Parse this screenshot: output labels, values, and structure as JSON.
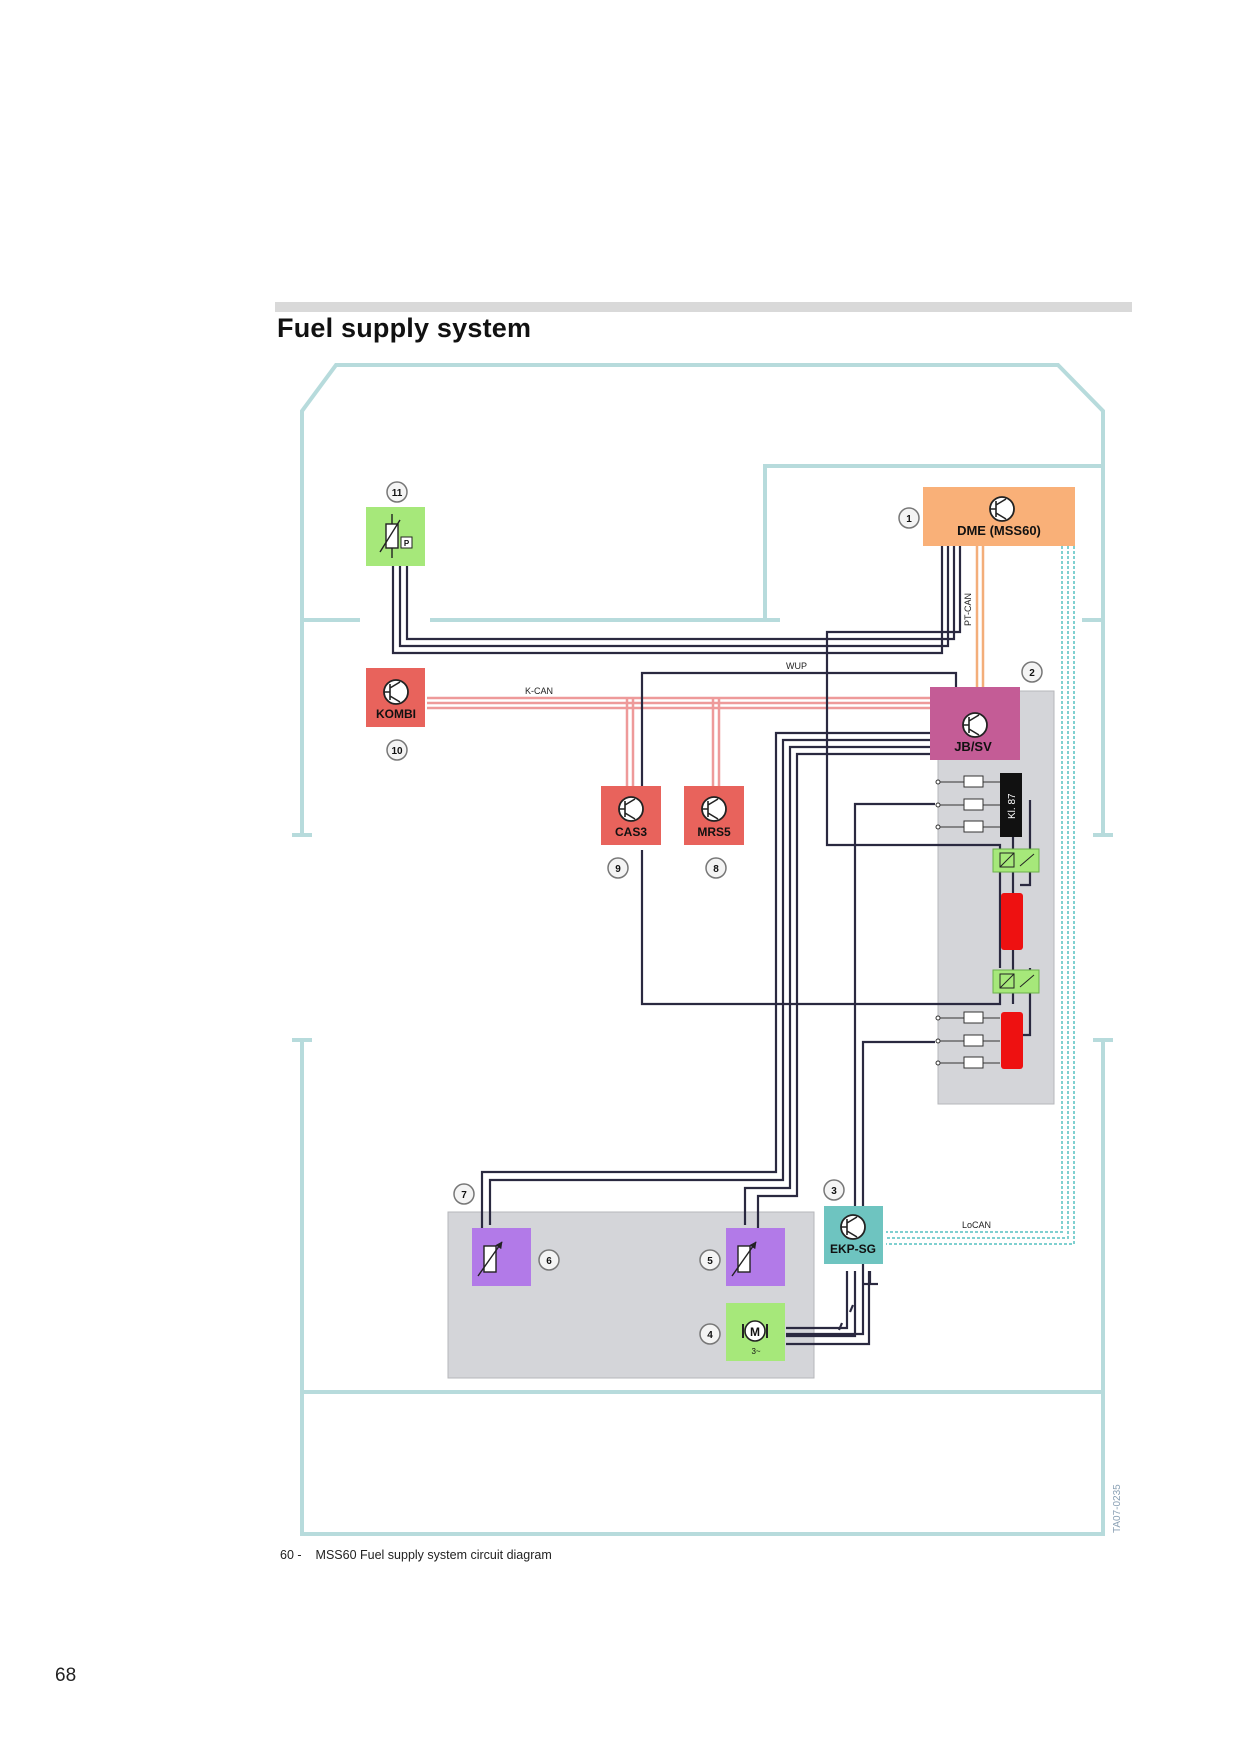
{
  "page": {
    "title": "Fuel supply system",
    "caption_number": "60 -",
    "caption_text": "MSS60 Fuel supply system circuit diagram",
    "page_number": "68",
    "figure_code": "TA07-0235"
  },
  "components": {
    "dme": {
      "label": "DME (MSS60)",
      "callout": "1"
    },
    "jbsv": {
      "label": "JB/SV",
      "callout": "2"
    },
    "ekpsg": {
      "label": "EKP-SG",
      "callout": "3"
    },
    "pump": {
      "symbol": "M",
      "sub": "3~",
      "callout": "4"
    },
    "sensor5": {
      "callout": "5"
    },
    "sensor6": {
      "callout": "6"
    },
    "tank": {
      "callout": "7"
    },
    "mrs5": {
      "label": "MRS5",
      "callout": "8"
    },
    "cas3": {
      "label": "CAS3",
      "callout": "9"
    },
    "kombi": {
      "label": "KOMBI",
      "callout": "10"
    },
    "sensor11": {
      "symbol": "P",
      "callout": "11"
    }
  },
  "bus_labels": {
    "kcan": "K-CAN",
    "ptcan": "PT-CAN",
    "wup": "WUP",
    "locan": "LoCAN",
    "kl87": "Kl. 87"
  },
  "colors": {
    "dme": "#f9b078",
    "jbsv": "#c45c96",
    "red_module": "#e8635c",
    "green_module": "#a6e87a",
    "purple_module": "#b27ae8",
    "teal_module": "#6ec4c0",
    "gray_panel": "#d4d5d9",
    "wire": "#2a2940",
    "kcan_wire": "#ee9a9a",
    "ptcan_wire": "#f3ae7a",
    "locan_wire": "#7fd0d0",
    "frame": "#b7dbdc",
    "fuse_red": "#ee1111"
  }
}
